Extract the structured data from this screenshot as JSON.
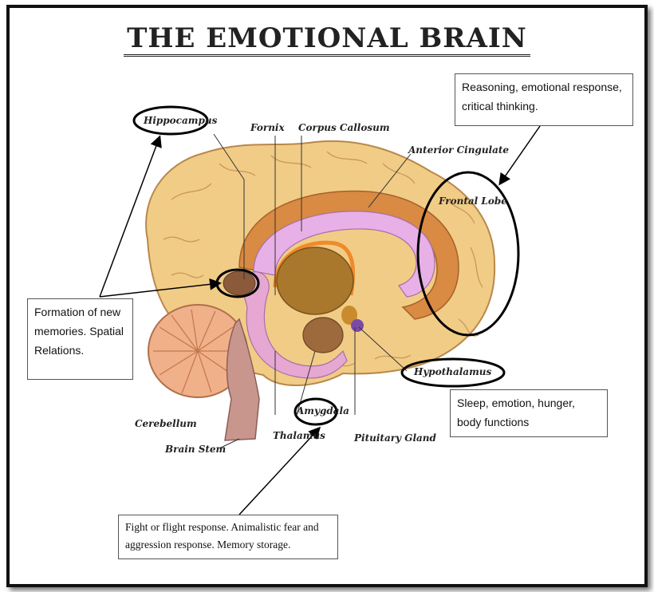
{
  "title": "THE EMOTIONAL BRAIN",
  "labels": {
    "hippocampus": "Hippocampus",
    "fornix": "Fornix",
    "corpus_callosum": "Corpus Callosum",
    "anterior_cingulate": "Anterior Cingulate",
    "frontal_lobe": "Frontal Lobe",
    "hypothalamus": "Hypothalamus",
    "cerebellum": "Cerebellum",
    "brain_stem": "Brain Stem",
    "amygdala": "Amygdala",
    "thalamus": "Thalamus",
    "pituitary_gland": "Pituitary Gland"
  },
  "boxes": {
    "hippocampus_note": "Formation of new memories.  Spatial Relations.",
    "frontal_note": "Reasoning, emotional response, critical thinking.",
    "hypothalamus_note": "Sleep, emotion, hunger, body functions",
    "amygdala_note": "Fight or flight response.  Animalistic fear and aggression response.  Memory storage."
  },
  "colors": {
    "cortex": "#f1cc86",
    "cortex_outline": "#b8884a",
    "cingulate": "#d98a43",
    "corpus_callosum": "#e7b0e6",
    "thalamus": "#a9782d",
    "cerebellum": "#f0b08a",
    "brain_stem": "#c9968e",
    "frame": "#111111"
  }
}
